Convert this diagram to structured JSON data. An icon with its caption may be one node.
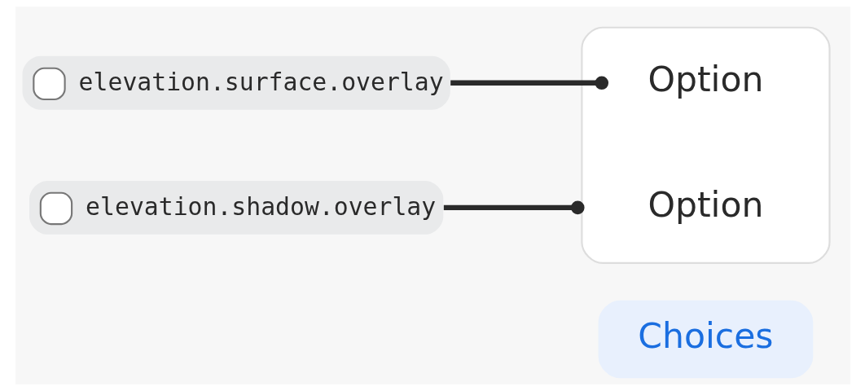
{
  "diagram": {
    "nodes": [
      {
        "text": [
          "Choices"
        ]
      },
      {
        "text": [],
        "shape": "box"
      },
      {
        "text": [
          "Option"
        ],
        "in": 1
      },
      {
        "text": [
          "Option"
        ],
        "in": 1
      },
      {
        "text": [
          "elevation.surface.overlay"
        ]
      },
      {
        "text": [
          "elevation.shadow.overlay"
        ]
      }
    ],
    "edges": [
      {
        "from": 4,
        "to": 2,
        "arrow": "other"
      },
      {
        "from": 5,
        "to": 1,
        "arrow": "other"
      }
    ]
  }
}
